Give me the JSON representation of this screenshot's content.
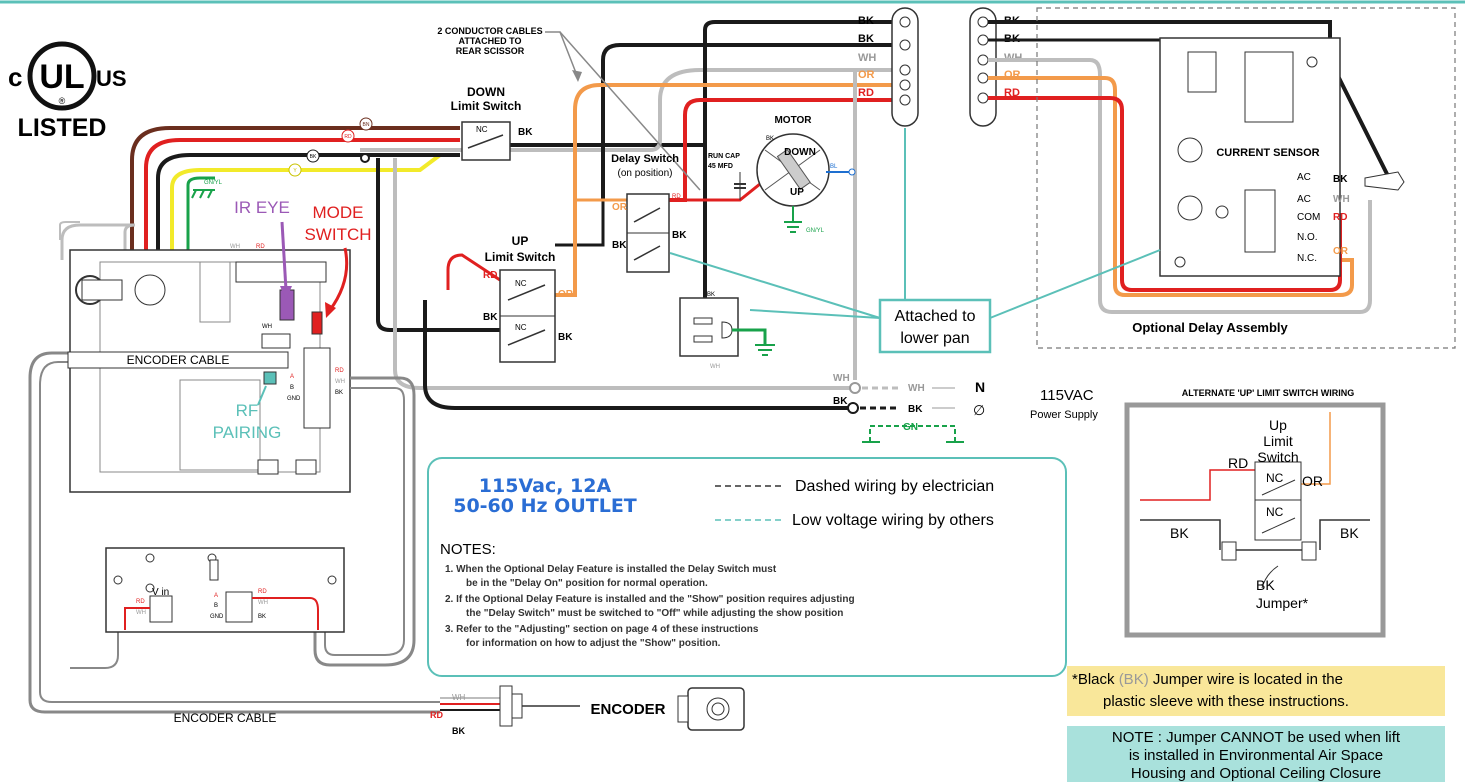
{
  "ul": {
    "c": "c",
    "mark": "UL",
    "reg": "®",
    "us": "US",
    "listed": "LISTED"
  },
  "wire_codes": {
    "bk": "BK",
    "wh": "WH",
    "or": "OR",
    "rd": "RD",
    "bn": "BN",
    "y": "Y",
    "gn": "GN",
    "gnyl": "GN/YL",
    "bl": "BL"
  },
  "colors": {
    "black": "#1a1a1a",
    "white_wire": "#bdbdbd",
    "orange": "#f39a4a",
    "red": "#e02020",
    "brown": "#6b2e1e",
    "yellow": "#f2ea2a",
    "green": "#18a24a",
    "blue": "#1e6fd0",
    "teal": "#5bc0b8",
    "purple": "#9b59b6",
    "mode_red": "#e02020",
    "note_yellow": "#f9e79a",
    "note_teal": "#a9e1dc"
  },
  "labels": {
    "two_conductor_1": "2 CONDUCTOR CABLES",
    "two_conductor_2": "ATTACHED TO",
    "two_conductor_3": "REAR SCISSOR",
    "down_1": "DOWN",
    "down_2": "Limit Switch",
    "up_1": "UP",
    "up_2": "Limit Switch",
    "nc": "NC",
    "delay_1": "Delay Switch",
    "delay_2": "(on position)",
    "motor": "MOTOR",
    "run_cap_1": "RUN CAP",
    "run_cap_2": "45 MFD",
    "motor_down": "DOWN",
    "motor_up": "UP",
    "ir_eye": "IR EYE",
    "mode_1": "MODE",
    "mode_2": "SWITCH",
    "rf_1": "RF",
    "rf_2": "PAIRING",
    "encoder_cable": "ENCODER  CABLE",
    "encoder_cable_2": "ENCODER  CABLE",
    "encoder": "ENCODER",
    "attached_1": "Attached to",
    "attached_2": "lower pan",
    "n": "N",
    "phase": "∅",
    "volt": "115VAC",
    "power_supply": "Power Supply",
    "current_sensor": "CURRENT SENSOR",
    "ac": "AC",
    "com": "COM",
    "no": "N.O.",
    "ncd": "N.C.",
    "optional_delay": "Optional Delay Assembly",
    "gnd": "GND",
    "a": "A",
    "b": "B",
    "vin": "V in"
  },
  "outlet": {
    "line1": "115Vac, 12A",
    "line2": "50-60 Hz OUTLET"
  },
  "legend": {
    "dashed": "Dashed wiring by electrician",
    "low": "Low voltage wiring by others"
  },
  "notes": {
    "title": "NOTES:",
    "n1a": "1.  When the Optional Delay Feature is installed the Delay Switch must",
    "n1b": "be in the \"Delay On\" position for normal operation.",
    "n2a": "2.  If the Optional Delay Feature is installed and the \"Show\" position requires adjusting",
    "n2b": "the \"Delay Switch\" must be switched to \"Off\" while adjusting the show position",
    "n3a": "3.  Refer to the \"Adjusting\" section on page 4 of these instructions",
    "n3b": "for information on how to adjust the \"Show\" position."
  },
  "alternate": {
    "title": "ALTERNATE 'UP' LIMIT SWITCH WIRING",
    "up": "Up",
    "limit": "Limit",
    "switch": "Switch",
    "rd": "RD",
    "or": "OR",
    "nc": "NC",
    "bk": "BK",
    "jumper_bk": "BK",
    "jumper": "Jumper*"
  },
  "jumper_note": {
    "line1a": "*Black ",
    "bk": "(BK)",
    "line1b": " Jumper wire is located in the",
    "line2": "plastic sleeve with these instructions."
  },
  "ceiling_note": {
    "line1": "NOTE : Jumper CANNOT be used when lift",
    "line2": "is installed in Environmental Air Space",
    "line3": "Housing and Optional Ceiling Closure"
  }
}
